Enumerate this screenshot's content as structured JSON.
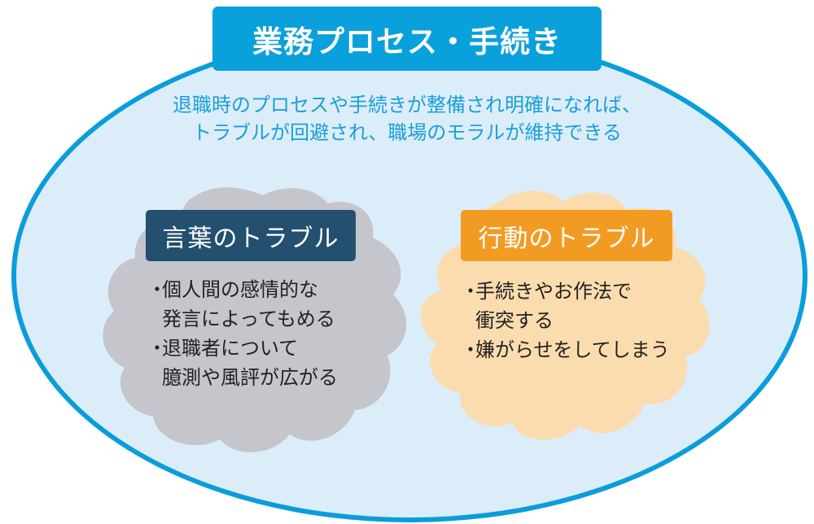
{
  "title": "業務プロセス・手続き",
  "subtitle": {
    "lines": [
      "退職時のプロセスや手続きが整備され明確になれば、",
      "トラブルが回避され、職場のモラルが維持できる"
    ]
  },
  "groups": [
    {
      "label": "言葉のトラブル",
      "bullets": [
        {
          "marker": "・",
          "lines": [
            "個人間の感情的な",
            "発言によってもめる"
          ]
        },
        {
          "marker": "・",
          "lines": [
            "退職者について",
            "臆測や風評が広がる"
          ]
        }
      ],
      "label_color": "#22506e",
      "blob_color": "#c5c5cc"
    },
    {
      "label": "行動のトラブル",
      "bullets": [
        {
          "marker": "・",
          "lines": [
            "手続きやお作法で",
            "衝突する"
          ]
        },
        {
          "marker": "・",
          "lines": [
            "嫌がらせをしてしまう"
          ]
        }
      ],
      "label_color": "#f29b22",
      "blob_color": "#fbdcae"
    }
  ],
  "colors": {
    "ellipse_border": "#0a9ddb",
    "ellipse_fill": "#dcedfa",
    "title_bg": "#0aa0dc",
    "subtitle_text": "#1a9fd8"
  }
}
